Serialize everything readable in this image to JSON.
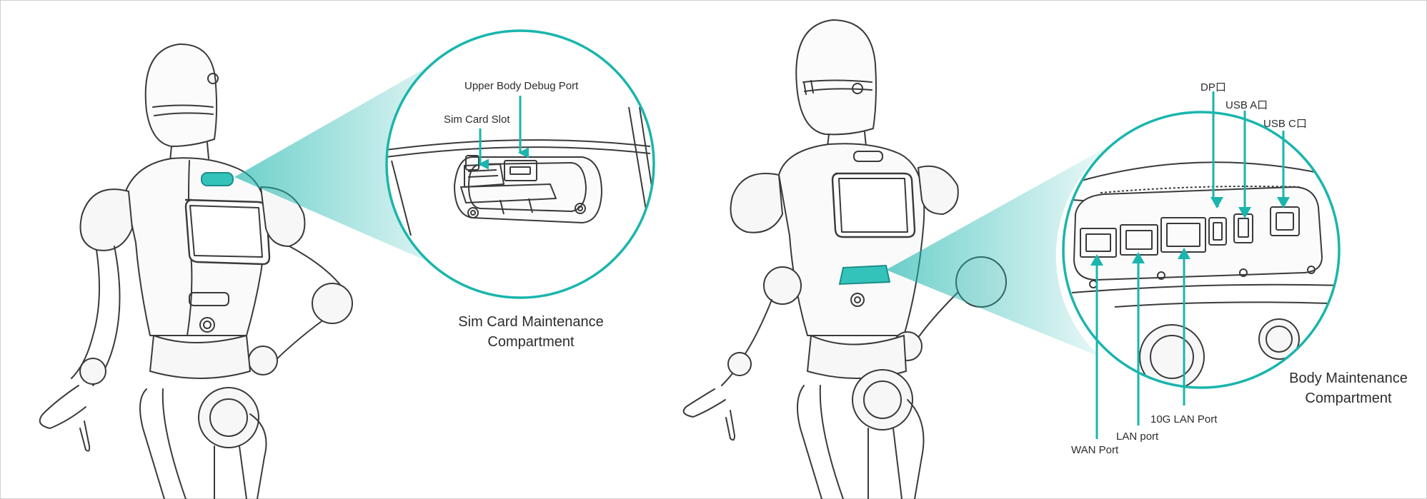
{
  "colors": {
    "accent": "#1ab5ad",
    "accent_fill": "#34c3bb",
    "line_art": "#3a3a3a",
    "text": "#2c2c2c"
  },
  "left_panel": {
    "labels": {
      "debug_port": "Upper Body Debug Port",
      "sim_slot": "Sim Card Slot"
    },
    "caption_line1": "Sim Card Maintenance",
    "caption_line2": "Compartment"
  },
  "right_panel": {
    "labels": {
      "dp": "DP口",
      "usb_a": "USB A口",
      "usb_c": "USB C口",
      "wan": "WAN Port",
      "lan": "LAN port",
      "lan10g": "10G LAN Port"
    },
    "caption_line1": "Body Maintenance",
    "caption_line2": "Compartment"
  }
}
